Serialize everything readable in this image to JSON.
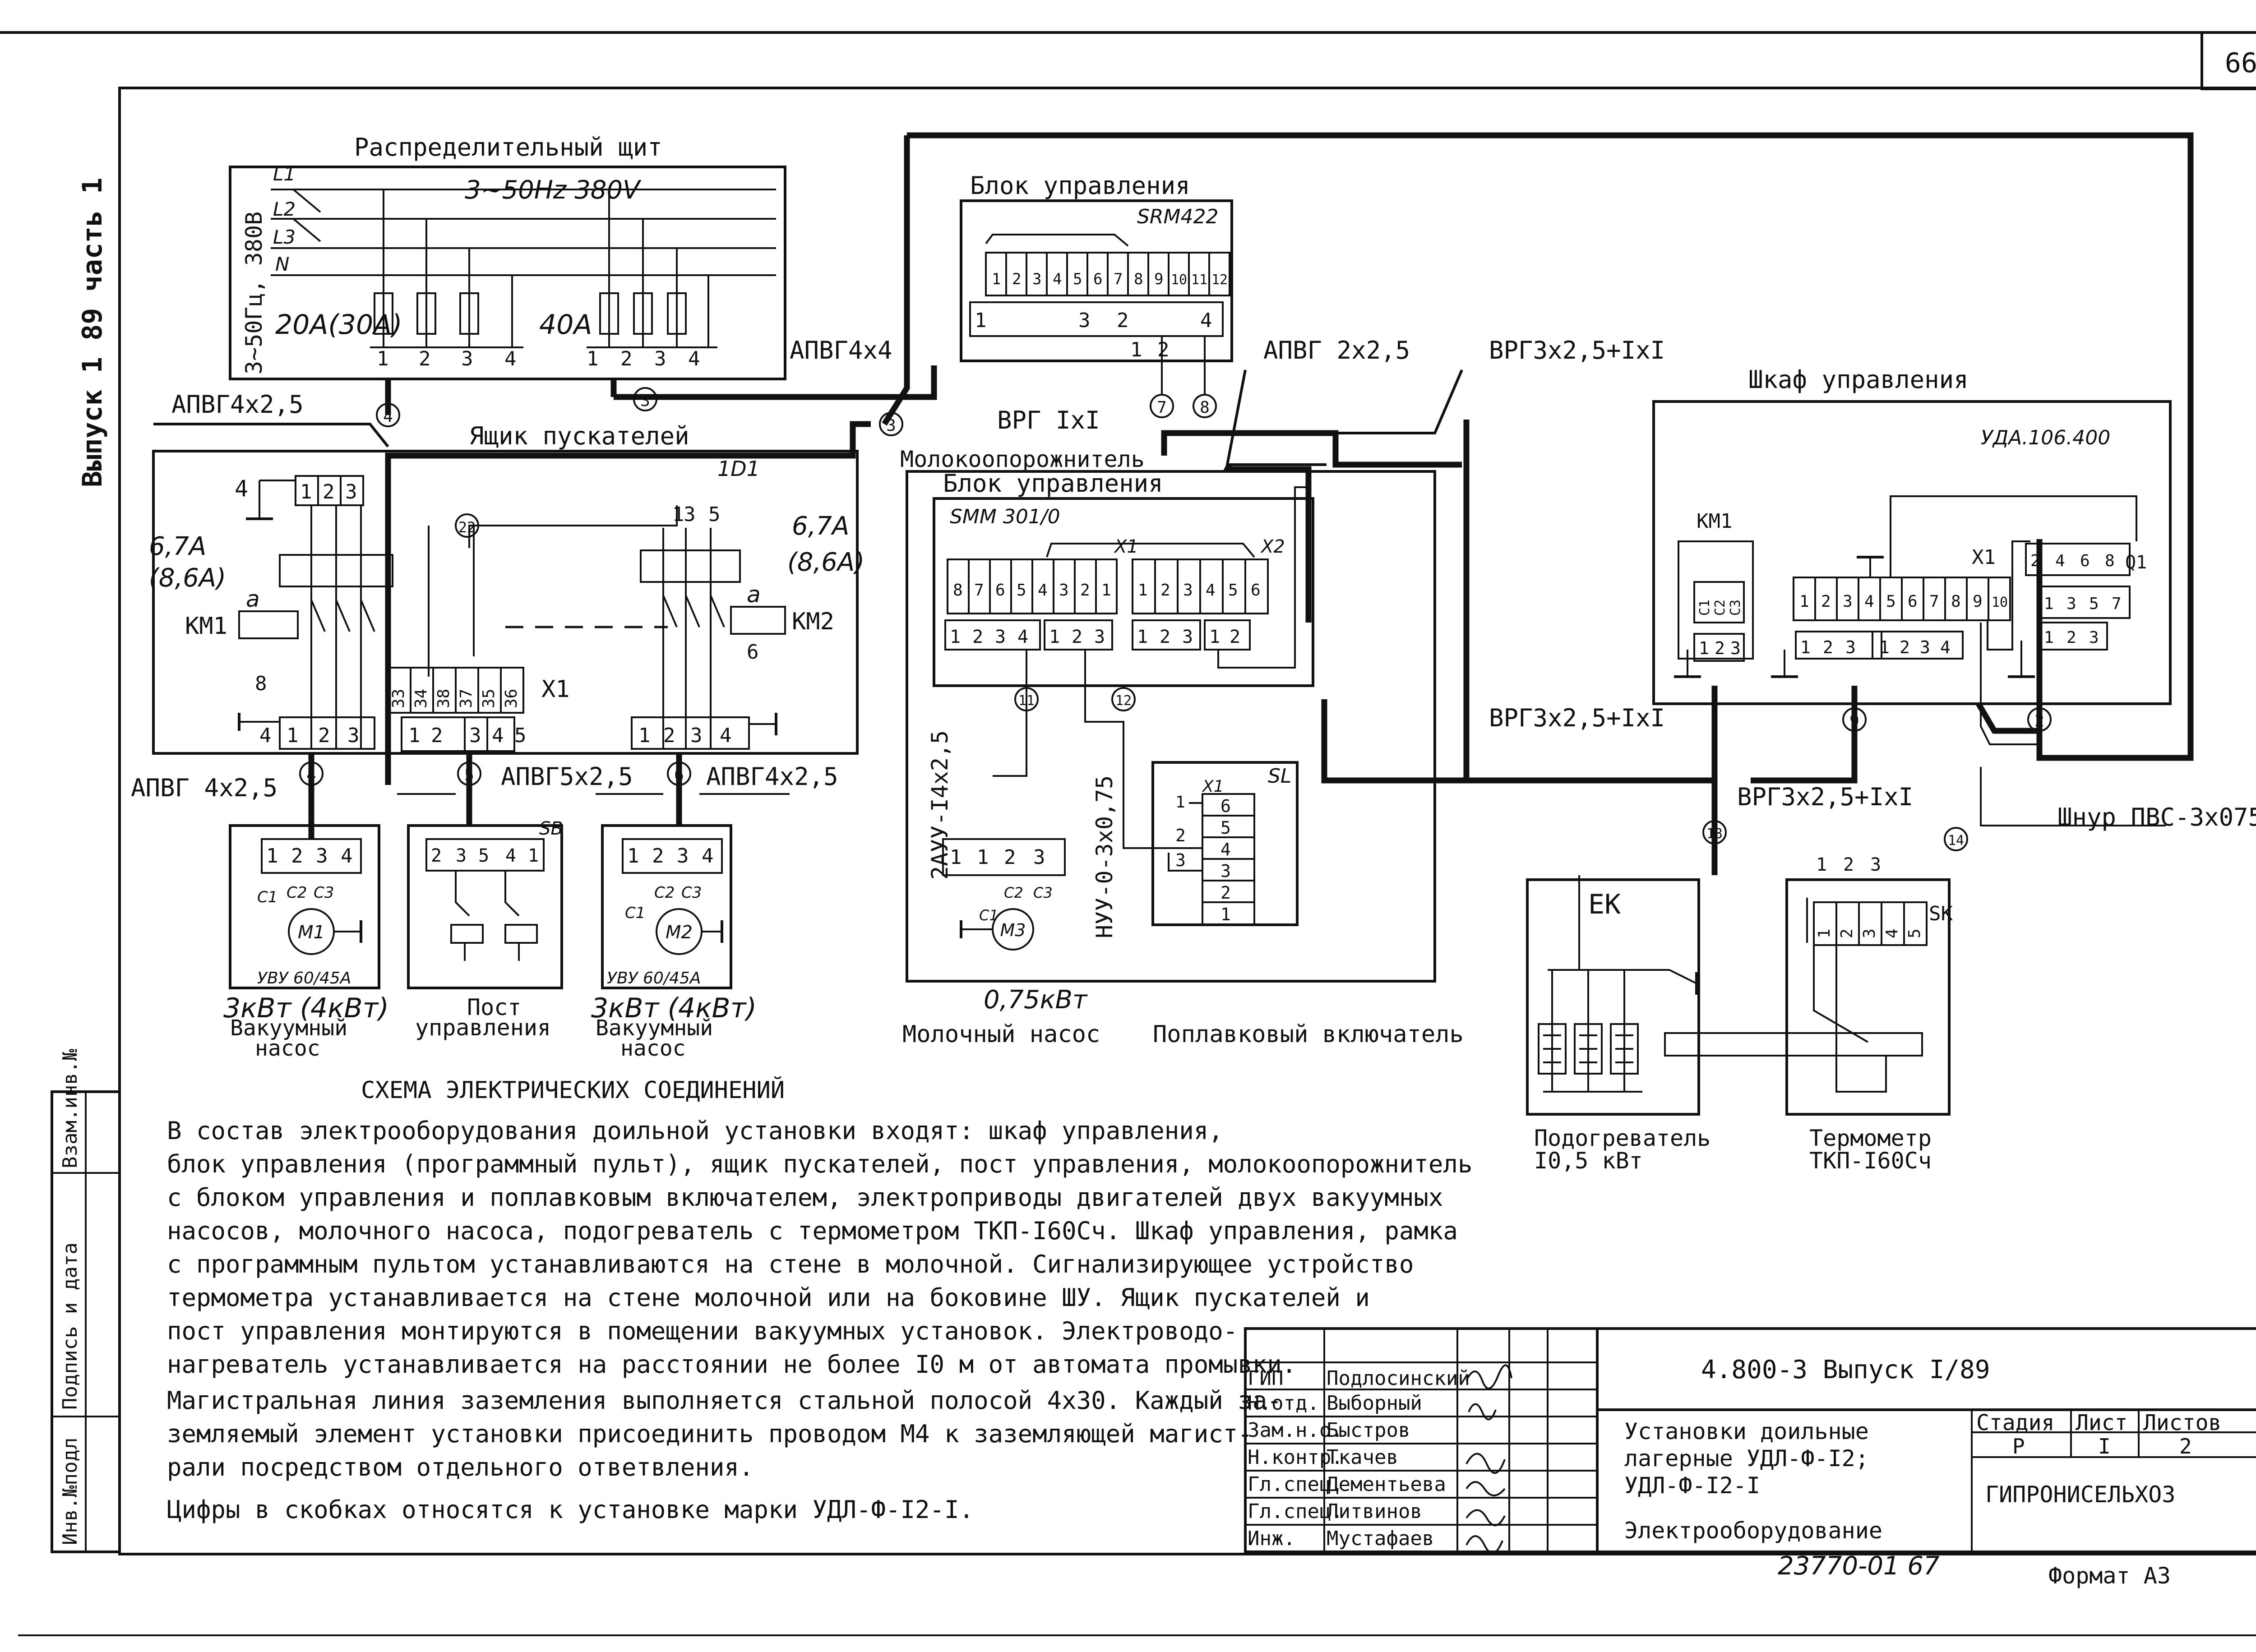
{
  "sheet": {
    "page_number": "66",
    "side_stamp": "Выпуск 1 89 часть 1",
    "side_labels": [
      "Взам.инв.№",
      "Подпись и дата",
      "Инв.№подл"
    ]
  },
  "panel": {
    "title": "Распределительный щит",
    "voltage": "3∼50Hz 380V",
    "side_label": "3∼50Гц, 380В",
    "phases": [
      "L1",
      "L2",
      "L3",
      "N"
    ],
    "breaker1": "20А(30А)",
    "breaker2": "40А",
    "terms1": [
      "1",
      "2",
      "3",
      "4"
    ],
    "terms2": [
      "1",
      "2",
      "3",
      "4"
    ]
  },
  "cables": {
    "c1": "АПВГ4х2,5",
    "c2": "АПВГ4х4",
    "c3": "ВРГ IхI",
    "c4": "АПВГ 2х2,5",
    "c5": "ВРГ3х2,5+IхI",
    "c6": "АПВГ 4х2,5",
    "c7": "АПВГ5х2,5",
    "c8": "АПВГ4х2,5",
    "c9": "ВРГ3х2,5+IхI",
    "c10": "ВРГ3х2,5+IхI",
    "c11": "2АУУ-I4х2,5",
    "c12": "НУУ-0-3х0,75",
    "c13": "Шнур ПВС-3х075"
  },
  "nodes": [
    "1",
    "2",
    "3",
    "4",
    "5",
    "6",
    "7",
    "8",
    "9",
    "11",
    "12",
    "13",
    "14",
    "22"
  ],
  "starters": {
    "title": "Ящик пускателей",
    "mark": "1D1",
    "km1": "КМ1",
    "km2": "КМ2",
    "relay_left": "6,7А",
    "relay_left_alt": "(8,6А)",
    "relay_right": "6,7А",
    "relay_right_alt": "(8,6А)",
    "coil": "а",
    "x1": "Х1",
    "x1_top": [
      "33",
      "34",
      "38",
      "37",
      "35",
      "36"
    ],
    "x1_bottom": [
      "1",
      "2",
      "3",
      "4",
      "5"
    ],
    "left_terms": [
      "1",
      "2",
      "3"
    ],
    "right_terms": [
      "1",
      "2",
      "3",
      "4"
    ],
    "top_left": [
      "4",
      "1",
      "2",
      "3"
    ],
    "top_right": [
      "1",
      "3",
      "5"
    ],
    "misc": [
      "8",
      "4",
      "2",
      "4",
      "5",
      "6"
    ]
  },
  "control_unit": {
    "title": "Блок управления",
    "model": "SRM422",
    "pins": [
      "1",
      "2",
      "3",
      "4",
      "5",
      "6",
      "7",
      "8",
      "9",
      "10",
      "11",
      "12"
    ],
    "bottom": [
      "1",
      "3",
      "2",
      "4"
    ],
    "out": [
      "1",
      "2"
    ]
  },
  "milk_unit": {
    "title1": "Молокоопорожнитель",
    "title2": "Блок управления",
    "model": "SMM 301/0",
    "x1": "Х1",
    "x2": "Х2",
    "pins_a": [
      "8",
      "7",
      "6",
      "5",
      "4",
      "3",
      "2",
      "1"
    ],
    "pins_b": [
      "1",
      "2",
      "3",
      "4",
      "5",
      "6"
    ],
    "bottom_a": [
      "1",
      "2",
      "3",
      "4"
    ],
    "bottom_b": [
      "1",
      "2",
      "3"
    ],
    "bottom_c": [
      "1",
      "2",
      "3"
    ],
    "bottom_d": [
      "1",
      "2"
    ]
  },
  "cabinet": {
    "title": "Шкаф управления",
    "model": "УДА.106.400",
    "km1": "КМ1",
    "km1_pins": [
      "С1",
      "С2",
      "С3"
    ],
    "km1_bottom": [
      "1",
      "2",
      "3"
    ],
    "x1": "Х1",
    "x1_pins": [
      "1",
      "2",
      "3",
      "4",
      "5",
      "6",
      "7",
      "8",
      "9",
      "10"
    ],
    "x1_bottom": [
      "1",
      "2",
      "3",
      "1",
      "2",
      "3",
      "4"
    ],
    "q1": "Q1",
    "q1_top": [
      "2",
      "4",
      "6",
      "8"
    ],
    "q1_mid": [
      "1",
      "3",
      "5",
      "7"
    ],
    "q1_bottom": [
      "1",
      "2",
      "3"
    ]
  },
  "motors": {
    "m1": {
      "name": "М1",
      "model": "УВУ 60/45А",
      "power": "3кВт (4кВт)",
      "caption1": "Вакуумный",
      "caption2": "насос"
    },
    "m2": {
      "name": "М2",
      "model": "УВУ 60/45А",
      "power": "3кВт (4кВт)",
      "caption1": "Вакуумный",
      "caption2": "насос"
    },
    "m3": {
      "name": "М3",
      "power": "0,75кВт",
      "caption": "Молочный насос"
    },
    "terms": [
      "1",
      "2",
      "3",
      "4"
    ],
    "phases": [
      "С1",
      "С2",
      "С3"
    ]
  },
  "post": {
    "mark": "SB",
    "caption1": "Пост",
    "caption2": "управления",
    "terms": [
      "2",
      "3",
      "5",
      "4",
      "1"
    ]
  },
  "float": {
    "mark": "SL",
    "x1": "Х1",
    "pins": [
      "6",
      "5",
      "4",
      "3",
      "2",
      "1"
    ],
    "left": [
      "1",
      "2",
      "3"
    ],
    "caption": "Поплавковый включатель"
  },
  "heater": {
    "mark": "ЕК",
    "caption1": "Подогреватель",
    "caption2": "I0,5 кВт"
  },
  "thermo": {
    "mark": "SK",
    "top": [
      "1",
      "2",
      "3"
    ],
    "pins": [
      "1",
      "2",
      "3",
      "4",
      "5"
    ],
    "caption1": "Термометр",
    "caption2": "ТКП-I60Сч"
  },
  "text": {
    "heading": "СХЕМА  ЭЛЕКТРИЧЕСКИХ  СОЕДИНЕНИЙ",
    "lines": [
      "    В состав электрооборудования доильной установки входят:  шкаф управления,",
      "блок управления (программный пульт), ящик пускателей, пост управления, молокоопорожнитель",
      "с блоком управления и поплавковым включателем, электроприводы двигателей двух вакуумных",
      "насосов, молочного насоса, подогреватель с термометром ТКП-I60Сч. Шкаф управления, рамка",
      "с программным пультом устанавливаются на стене в молочной. Сигнализирующее устройство",
      "термометра устанавливается на стене молочной или на боковине ШУ. Ящик пускателей и",
      "пост управления монтируются в помещении вакуумных установок. Электроводо-",
      "нагреватель устанавливается на расстоянии не более I0 м от автомата промывки.",
      "Магистральная линия заземления выполняется стальной полосой 4х30. Каждый за-",
      "земляемый элемент установки присоединить проводом М4 к заземляющей магист-",
      "рали посредством отдельного ответвления.",
      "    Цифры в скобках относятся к установке марки УДЛ-Ф-I2-I."
    ]
  },
  "stamp": {
    "code": "4.800-3  Выпуск I/89",
    "title1": "Установки доильные",
    "title2": "лагерные УДЛ-Ф-I2;",
    "title3": "УДЛ-Ф-I2-I",
    "title4": "Электрооборудование",
    "stage_h": "Стадия",
    "sheet_h": "Лист",
    "sheets_h": "Листов",
    "stage": "Р",
    "sheet": "I",
    "sheets": "2",
    "org": "ГИПРОНИСЕЛЬХОЗ",
    "roles": [
      "ГИП",
      "Н.отд.",
      "Зам.н.о.",
      "Н.контр.",
      "Гл.спец.",
      "Гл.спец.",
      "Инж."
    ],
    "names": [
      "Подлосинский",
      "Выборный",
      "Быстров",
      "Ткачев",
      "Дементьева",
      "Литвинов",
      "Мустафаев"
    ],
    "order": "23770-01  67",
    "format": "Формат А3"
  }
}
